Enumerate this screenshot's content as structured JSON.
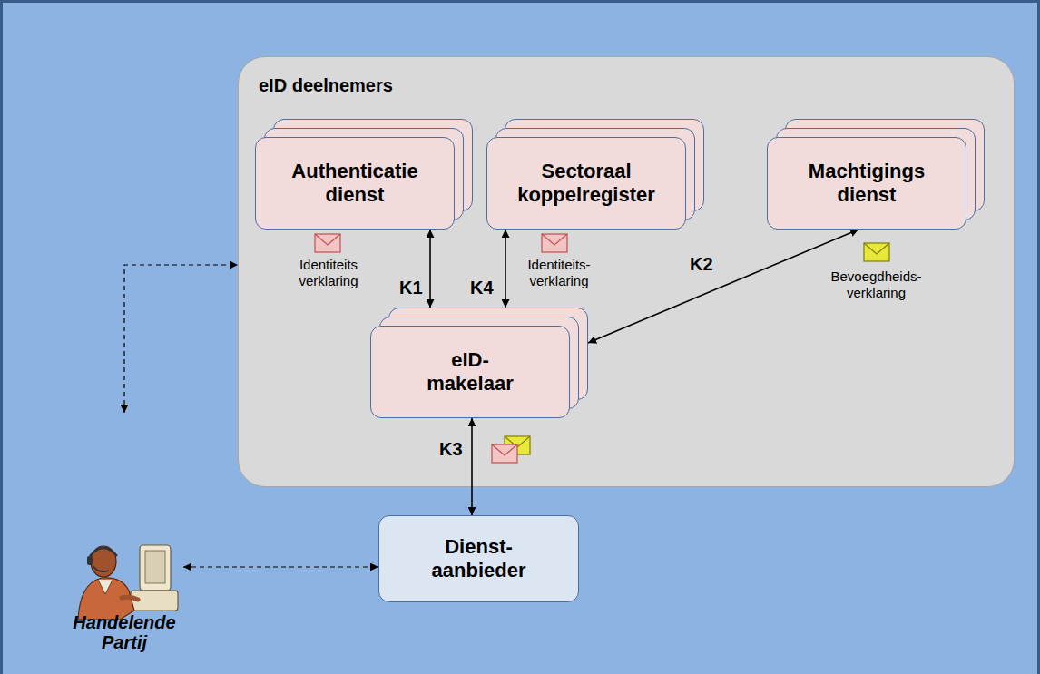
{
  "diagram": {
    "nodes": [
      {
        "text": [
          "eID deelnemers"
        ]
      },
      {
        "text": [
          "Authenticatie dienst"
        ],
        "in": 0
      },
      {
        "text": [
          "Sectoraal koppelregister"
        ],
        "in": 0
      },
      {
        "text": [
          "Machtigings dienst"
        ],
        "in": 0
      },
      {
        "text": [
          "eID- makelaar"
        ],
        "in": 0
      },
      {
        "text": [
          "Dienst- aanbieder"
        ]
      },
      {
        "text": [
          "Handelende Partij"
        ]
      }
    ],
    "edges": [
      {
        "from": 1,
        "to": 4,
        "label": "K1",
        "arrow": "both"
      },
      {
        "from": 2,
        "to": 4,
        "label": "K4",
        "arrow": "both"
      },
      {
        "from": 3,
        "to": 4,
        "label": "K2",
        "arrow": "both"
      },
      {
        "from": 4,
        "to": 5,
        "label": "K3",
        "arrow": "both"
      },
      {
        "from": 6,
        "to": 0,
        "arrow": "both"
      },
      {
        "from": 6,
        "to": 5,
        "arrow": "both"
      }
    ],
    "labels": [
      "Identiteits verklaring",
      "Identiteits- verklaring",
      "Bevoegdheids- verklaring"
    ]
  }
}
